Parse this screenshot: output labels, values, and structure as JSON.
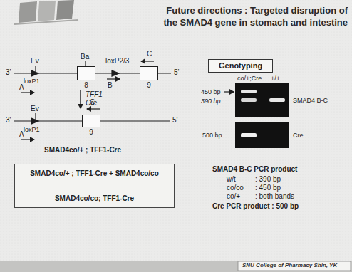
{
  "diagram": {
    "title": "Future directions : Targeted disruption of the SMAD4 gene in stomach and intestine",
    "nodes": [
      {
        "text": [
          "8"
        ]
      },
      {
        "text": [
          "9"
        ]
      },
      {
        "text": [
          "9"
        ]
      },
      {
        "text": [
          "Genotyping"
        ]
      },
      {
        "text": [
          "SMAD4co/+ ; TFF1-Cre + SMAD4co/co",
          "SMAD4co/co; TFF1-Cre"
        ]
      }
    ],
    "labels": [
      "3'",
      "Ev",
      "Ba",
      "loxP2/3",
      "C",
      "5'",
      "loxP1",
      "A",
      "B",
      "TFF1-Cre",
      "3'",
      "Ev",
      "C",
      "5'",
      "loxP1",
      "A",
      "SMAD4co/+ ; TFF1-Cre",
      "co/+;Cre",
      "+/+",
      "450 bp",
      "390 bp",
      "SMAD4 B-C",
      "500 bp",
      "Cre",
      "SMAD4 B-C PCR product",
      "w/t",
      ": 390 bp",
      "co/co",
      ": 450 bp",
      "co/+",
      ": both bands",
      "Cre PCR product : 500 bp",
      "SNU College of Pharmacy Shin, YK"
    ]
  }
}
